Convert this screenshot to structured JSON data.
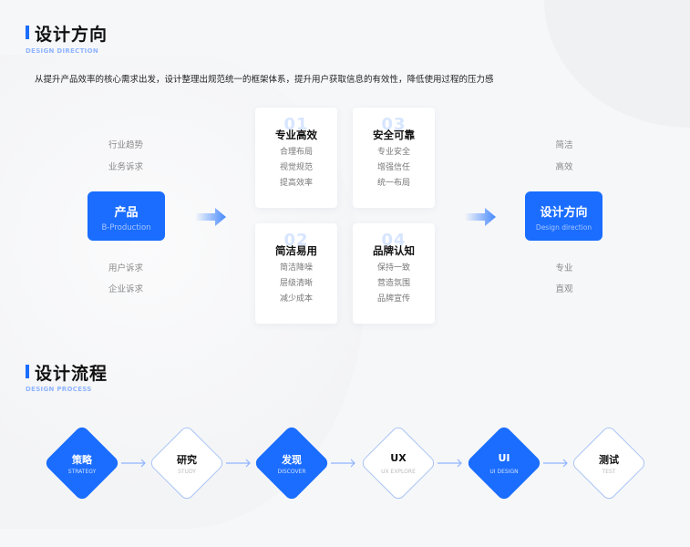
{
  "direction": {
    "title": "设计方向",
    "subtitle": "DESIGN DIRECTION",
    "intro": "从提升产品效率的核心需求出发，设计整理出规范统一的框架体系，提升用户获取信息的有效性，降低使用过程的压力感"
  },
  "left_inputs": [
    "行业趋势",
    "业务诉求",
    "用户诉求",
    "企业诉求"
  ],
  "product": {
    "title": "产品",
    "subtitle": "B-Production"
  },
  "cards": [
    {
      "num": "01",
      "title": "专业高效",
      "items": [
        "合理布局",
        "视觉规范",
        "提高效率"
      ]
    },
    {
      "num": "03",
      "title": "安全可靠",
      "items": [
        "专业安全",
        "增强信任",
        "统一布局"
      ]
    },
    {
      "num": "02",
      "title": "简洁易用",
      "items": [
        "简洁降噪",
        "层级清晰",
        "减少成本"
      ]
    },
    {
      "num": "04",
      "title": "品牌认知",
      "items": [
        "保持一致",
        "营造氛围",
        "品牌宣传"
      ]
    }
  ],
  "result": {
    "title": "设计方向",
    "subtitle": "Design direction"
  },
  "right_outputs": [
    "简洁",
    "高效",
    "专业",
    "直观"
  ],
  "process": {
    "title": "设计流程",
    "subtitle": "DESIGN PROCESS",
    "steps": [
      {
        "label": "策略",
        "en": "STRATEGY"
      },
      {
        "label": "研究",
        "en": "STUDY"
      },
      {
        "label": "发现",
        "en": "DISCOVER"
      },
      {
        "label": "UX",
        "en": "UX EXPLORE"
      },
      {
        "label": "UI",
        "en": "UI DESIGN"
      },
      {
        "label": "测试",
        "en": "TEST"
      }
    ]
  },
  "colors": {
    "accent": "#1a6dff"
  }
}
